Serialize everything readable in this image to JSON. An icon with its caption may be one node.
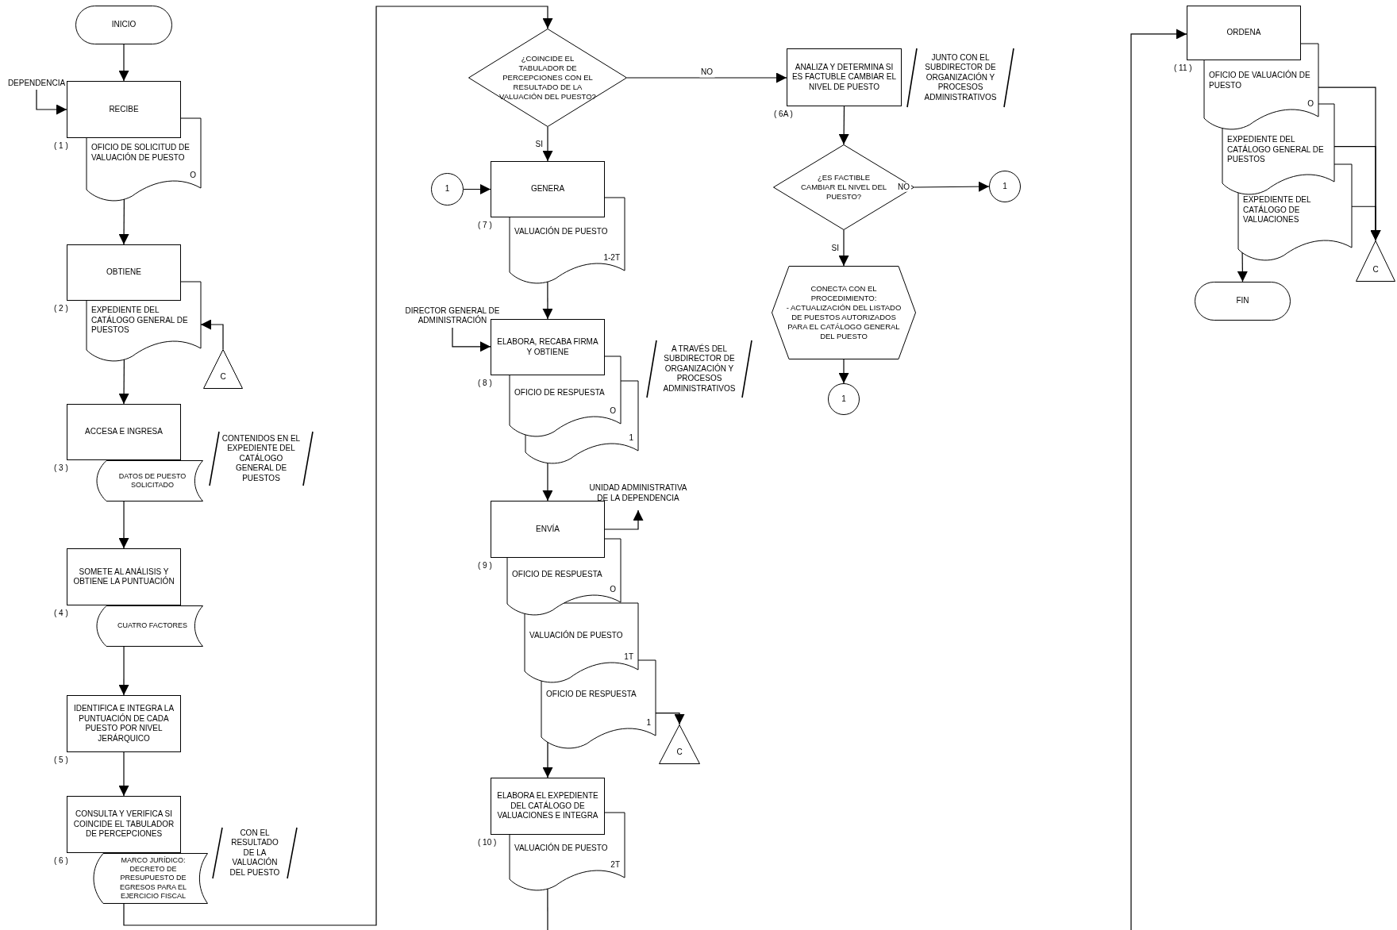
{
  "diagram": {
    "nodes": [
      {
        "text": [
          "INICIO"
        ]
      },
      {
        "text": [
          "DEPENDENCIA"
        ]
      },
      {
        "text": [
          "RECIBE"
        ],
        "beside": [
          "( 1 )"
        ]
      },
      {
        "text": [
          "OFICIO DE SOLICITUD DE VALUACIÓN DE PUESTO",
          "O"
        ]
      },
      {
        "text": [
          "OBTIENE"
        ],
        "beside": [
          "( 2 )"
        ]
      },
      {
        "text": [
          "EXPEDIENTE DEL CATÁLOGO GENERAL DE PUESTOS"
        ]
      },
      {
        "text": [
          "C"
        ]
      },
      {
        "text": [
          "ACCESA E INGRESA"
        ],
        "beside": [
          "( 3 )"
        ]
      },
      {
        "text": [
          "DATOS DE PUESTO SOLICITADO"
        ]
      },
      {
        "text": [
          "SOMETE AL ANÁLISIS Y OBTIENE LA PUNTUACIÓN"
        ],
        "beside": [
          "( 4 )"
        ]
      },
      {
        "text": [
          "CUATRO FACTORES"
        ]
      },
      {
        "text": [
          "IDENTIFICA E INTEGRA LA PUNTUACIÓN DE CADA PUESTO POR NIVEL JERÁRQUICO"
        ],
        "beside": [
          "( 5 )"
        ]
      },
      {
        "text": [
          "CONSULTA Y VERIFICA SI COINCIDE EL TABULADOR DE PERCEPCIONES"
        ],
        "beside": [
          "( 6 )"
        ]
      },
      {
        "text": [
          "MARCO JURÍDICO:",
          "DECRETO DE PRESUPUESTO DE EGRESOS PARA EL EJERCICIO FISCAL"
        ]
      },
      {
        "text": [
          "¿COINCIDE EL TABULADOR DE PERCEPCIONES CON EL RESULTADO DE LA VALUACIÓN DEL PUESTO?"
        ]
      },
      {
        "text": [
          "ANALIZA Y DETERMINA SI ES FACTUBLE CAMBIAR EL NIVEL DE PUESTO"
        ],
        "beside": [
          "( 6A )"
        ]
      },
      {
        "text": [
          "¿ES FACTIBLE CAMBIAR EL NIVEL DEL PUESTO?"
        ]
      },
      {
        "text": [
          "1"
        ]
      },
      {
        "text": [
          "CONECTA CON EL PROCEDIMIENTO:",
          "- ACTUALIZACIÓN DEL LISTADO DE PUESTOS AUTORIZADOS PARA EL CATÁLOGO GENERAL DEL PUESTO"
        ]
      },
      {
        "text": [
          "1"
        ]
      },
      {
        "text": [
          "1"
        ]
      },
      {
        "text": [
          "GENERA"
        ],
        "beside": [
          "( 7 )"
        ]
      },
      {
        "text": [
          "VALUACIÓN DE PUESTO",
          "1-2T"
        ]
      },
      {
        "text": [
          "DIRECTOR GENERAL DE ADMINISTRACIÓN"
        ]
      },
      {
        "text": [
          "ELABORA, RECABA FIRMA Y OBTIENE"
        ],
        "beside": [
          "( 8 )"
        ]
      },
      {
        "text": [
          "OFICIO DE RESPUESTA",
          "O"
        ]
      },
      {
        "text": [
          "1"
        ]
      },
      {
        "text": [
          "ENVÍA"
        ],
        "beside": [
          "( 9 )"
        ]
      },
      {
        "text": [
          "UNIDAD ADMINISTRATIVA DE LA DEPENDENCIA"
        ]
      },
      {
        "text": [
          "OFICIO DE RESPUESTA",
          "O"
        ]
      },
      {
        "text": [
          "VALUACIÓN DE PUESTO",
          "1T"
        ]
      },
      {
        "text": [
          "OFICIO DE RESPUESTA",
          "1"
        ]
      },
      {
        "text": [
          "C"
        ]
      },
      {
        "text": [
          "ELABORA EL EXPEDIENTE DEL CATÁLOGO DE VALUACIONES E INTEGRA"
        ],
        "beside": [
          "( 10 )"
        ]
      },
      {
        "text": [
          "VALUACIÓN DE PUESTO",
          "2T"
        ]
      },
      {
        "text": [
          "ORDENA"
        ],
        "beside": [
          "( 11 )"
        ]
      },
      {
        "text": [
          "OFICIO DE VALUACIÓN DE PUESTO",
          "O"
        ]
      },
      {
        "text": [
          "EXPEDIENTE DEL CATÁLOGO GENERAL DE PUESTOS"
        ]
      },
      {
        "text": [
          "EXPEDIENTE DEL CATÁLOGO DE VALUACIONES"
        ]
      },
      {
        "text": [
          "C"
        ]
      },
      {
        "text": [
          "FIN"
        ]
      }
    ],
    "edges": [
      {
        "from": 0,
        "to": 2,
        "arrow": "to"
      },
      {
        "from": 1,
        "to": 2,
        "arrow": "to"
      },
      {
        "from": 3,
        "to": 4,
        "arrow": "to"
      },
      {
        "from": 6,
        "to": 5,
        "arrow": "to"
      },
      {
        "from": 5,
        "to": 7,
        "arrow": "to"
      },
      {
        "from": 8,
        "to": 9,
        "arrow": "to"
      },
      {
        "from": 10,
        "to": 11,
        "arrow": "to"
      },
      {
        "from": 11,
        "to": 12,
        "arrow": "to"
      },
      {
        "from": 13,
        "to": 14,
        "arrow": "to"
      },
      {
        "from": 14,
        "to": 15,
        "arrow": "to",
        "label": "NO"
      },
      {
        "from": 14,
        "to": 21,
        "arrow": "to",
        "label": "SI"
      },
      {
        "from": 15,
        "to": 16,
        "arrow": "to"
      },
      {
        "from": 16,
        "to": 17,
        "arrow": "to",
        "label": "NO"
      },
      {
        "from": 16,
        "to": 18,
        "arrow": "to",
        "label": "SI"
      },
      {
        "from": 18,
        "to": 19,
        "arrow": "to"
      },
      {
        "from": 20,
        "to": 21,
        "arrow": "to"
      },
      {
        "from": 22,
        "to": 24,
        "arrow": "to"
      },
      {
        "from": 23,
        "to": 24,
        "arrow": "to"
      },
      {
        "from": 26,
        "to": 27,
        "arrow": "to"
      },
      {
        "from": 27,
        "to": 28,
        "arrow": "to"
      },
      {
        "from": 31,
        "to": 32,
        "arrow": "to"
      },
      {
        "from": 31,
        "to": 33,
        "arrow": "to"
      },
      {
        "from": 34,
        "to": null,
        "arrow": "none"
      },
      {
        "from": null,
        "to": 35,
        "arrow": "to"
      },
      {
        "from": 36,
        "to": 39,
        "arrow": "to"
      },
      {
        "from": 37,
        "to": 39,
        "arrow": "to"
      },
      {
        "from": 38,
        "to": 39,
        "arrow": "to"
      },
      {
        "from": 38,
        "to": 40,
        "arrow": "to"
      }
    ],
    "labels": [
      "CONTENIDOS EN EL EXPEDIENTE DEL CATÁLOGO GENERAL DE PUESTOS",
      "CON EL RESULTADO DE LA VALUACIÓN DEL PUESTO",
      "JUNTO CON EL SUBDIRECTOR DE ORGANIZACIÓN Y PROCESOS ADMINISTRATIVOS",
      "A TRAVÉS DEL SUBDIRECTOR DE ORGANIZACIÓN Y PROCESOS ADMINISTRATIVOS"
    ]
  }
}
